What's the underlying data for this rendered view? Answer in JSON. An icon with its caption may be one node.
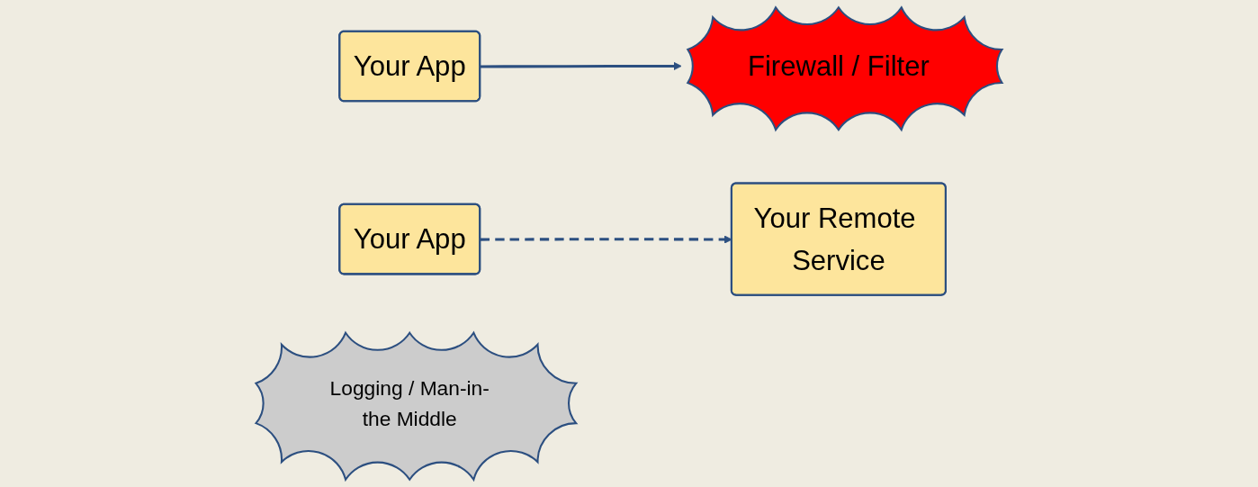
{
  "diagram": {
    "nodes": [
      {
        "text": [
          "Your App"
        ]
      },
      {
        "text": [
          "Firewall / Filter"
        ]
      },
      {
        "text": [
          "Your Remote Service"
        ]
      },
      {
        "text": [
          "Your App"
        ]
      },
      {
        "text": [
          "Logging / Man-in-the Middle"
        ]
      }
    ],
    "edges": [
      {
        "from": 0,
        "to": 1,
        "arrow": "to"
      },
      {
        "from": 3,
        "to": 2,
        "arrow": "to",
        "style": "dashed"
      }
    ]
  }
}
